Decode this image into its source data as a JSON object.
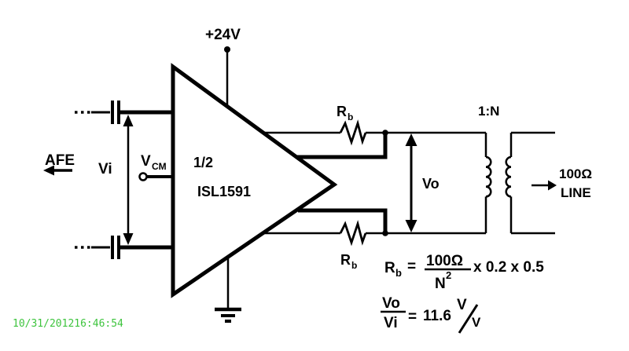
{
  "colors": {
    "ink": "#000000",
    "background": "#ffffff",
    "timestamp_green": "#3ec43e"
  },
  "timestamp": "10/31/201216:46:54",
  "input": {
    "afe": "AFE",
    "vi": "Vi",
    "vcm_base": "V",
    "vcm_sub": "CM"
  },
  "amplifier": {
    "half": "1/2",
    "part_number": "ISL1591"
  },
  "power": {
    "supply": "+24V"
  },
  "output": {
    "rb_base": "R",
    "rb_sub": "b",
    "vo": "Vo",
    "turns_ratio": "1:N",
    "line_impedance": "100Ω",
    "line_word": "LINE"
  },
  "formula_rb": {
    "lhs_base": "R",
    "lhs_sub": "b",
    "equals": "=",
    "numerator": "100Ω",
    "den_base": "N",
    "den_sup": "2",
    "factors": "x 0.2  x  0.5"
  },
  "formula_gain": {
    "numerator": "Vo",
    "denominator": "Vi",
    "equals": "=",
    "value": "11.6",
    "unit_num": "V",
    "unit_den": "V"
  }
}
